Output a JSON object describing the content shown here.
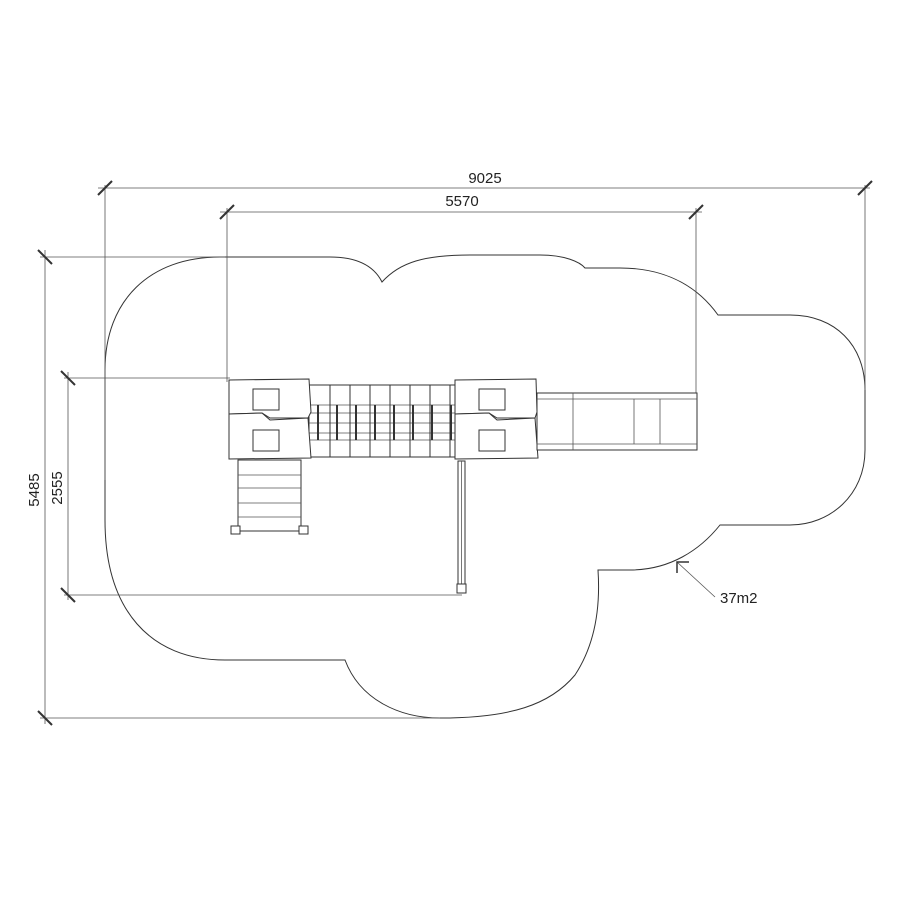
{
  "dimensions": {
    "overall_width": "9025",
    "structure_width": "5570",
    "overall_depth": "5485",
    "structure_depth": "2555"
  },
  "area_label": "37m2",
  "colors": {
    "line": "#333333",
    "background": "#ffffff"
  }
}
